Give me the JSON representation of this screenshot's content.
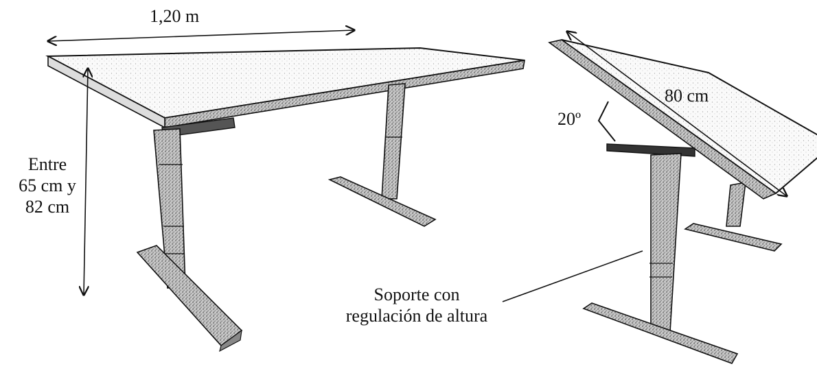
{
  "labels": {
    "width": "1,20 m",
    "height_line1": "Entre",
    "height_line2": "65 cm y",
    "height_line3": "82 cm",
    "depth": "80 cm",
    "angle": "20º",
    "support_line1": "Soporte con",
    "support_line2": "regulación de altura"
  }
}
